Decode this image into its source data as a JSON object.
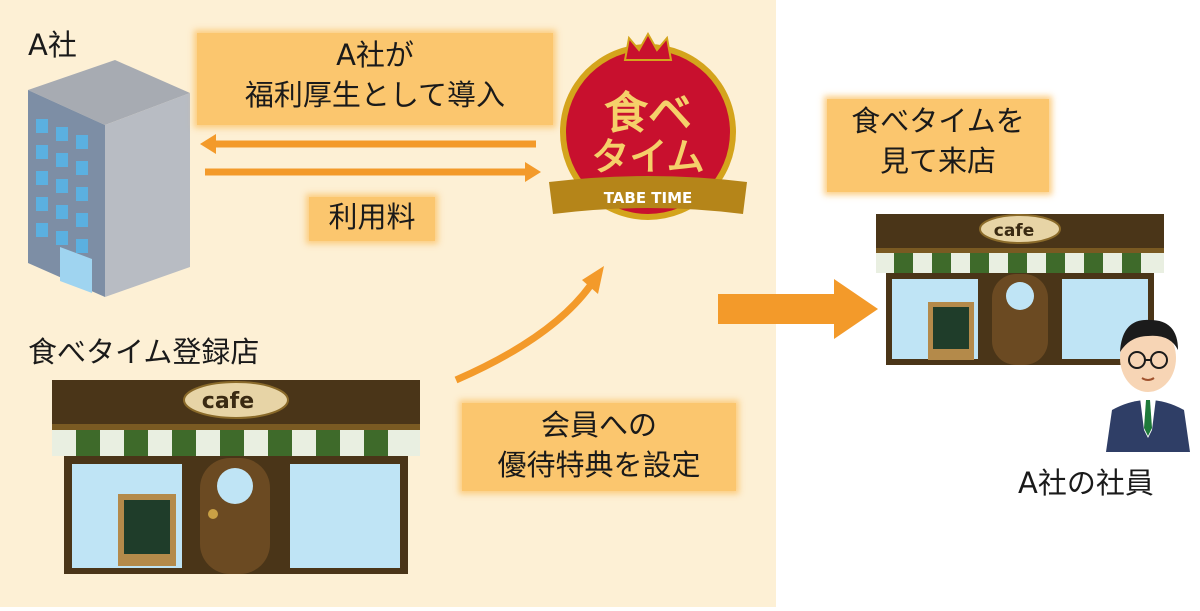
{
  "company_label": "A社",
  "introduce_box": {
    "line1": "A社が",
    "line2": "福利厚生として導入"
  },
  "fee_label": "利用料",
  "logo": {
    "line1": "食ベ",
    "line2": "タイム",
    "subtitle": "TABE TIME"
  },
  "registered_store_label": "食べタイム登録店",
  "benefit_box": {
    "line1": "会員への",
    "line2": "優待特典を設定"
  },
  "visit_box": {
    "line1": "食べタイムを",
    "line2": "見て来店"
  },
  "employee_label": "A社の社員",
  "cafe_sign": "cafe",
  "colors": {
    "panel_bg": "#fdf0d5",
    "box_bg": "#fbc66e",
    "arrow": "#f39a2a",
    "logo_red": "#c8102e",
    "logo_gold": "#d4a41c"
  }
}
